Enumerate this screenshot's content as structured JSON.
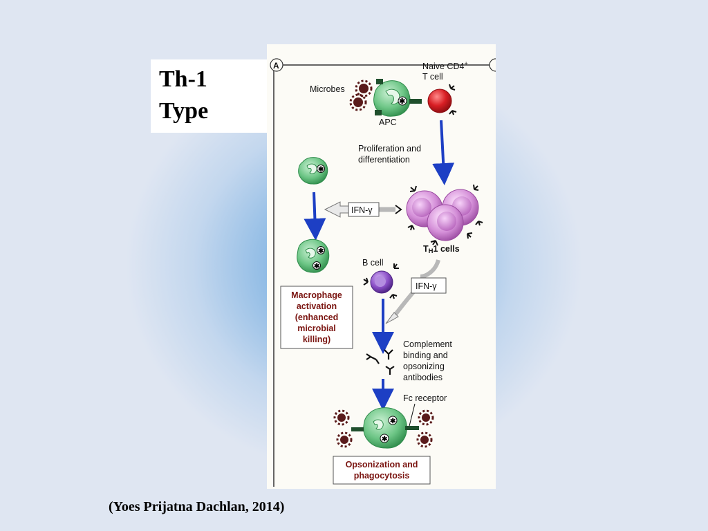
{
  "slide": {
    "title_line1": "Th-1",
    "title_line2": "Type",
    "citation": "(Yoes Prijatna Dachlan, 2014)"
  },
  "diagram": {
    "panel_letter": "A",
    "labels": {
      "naive_line1": "Naive CD4",
      "naive_sup": "+",
      "naive_line2": "T cell",
      "microbes": "Microbes",
      "apc": "APC",
      "prolif_line1": "Proliferation and",
      "prolif_line2": "differentiation",
      "ifn_gamma_1": "IFN-γ",
      "th1_prefix": "T",
      "th1_sub": "H",
      "th1_suffix": "1 cells",
      "b_cell": "B cell",
      "ifn_gamma_2": "IFN-γ",
      "macro_line1": "Macrophage",
      "macro_line2": "activation",
      "macro_line3": "(enhanced",
      "macro_line4": "microbial",
      "macro_line5": "killing)",
      "comp_line1": "Complement",
      "comp_line2": "binding and",
      "comp_line3": "opsonizing",
      "comp_line4": "antibodies",
      "fc_receptor": "Fc receptor",
      "opson_line1": "Opsonization and",
      "opson_line2": "phagocytosis"
    },
    "colors": {
      "apc_green": "#5fbf78",
      "naive_red": "#d81e24",
      "th1_pink": "#d48fd8",
      "b_cell_purple": "#8a4fc6",
      "arrow_blue": "#1d3fc4",
      "arrow_gray": "#b8b8b8",
      "microbe_dark": "#5a1b1b",
      "highlight_red": "#7a1410"
    }
  }
}
